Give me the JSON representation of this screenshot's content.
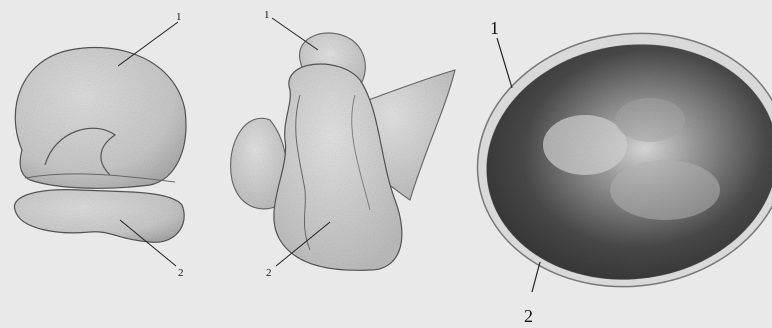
{
  "figure": {
    "labels": {
      "fig_a_top": "1",
      "fig_a_bottom": "2",
      "fig_b_top": "1",
      "fig_b_bottom": "2",
      "fig_c_top": "1",
      "fig_c_bottom": "2"
    }
  }
}
